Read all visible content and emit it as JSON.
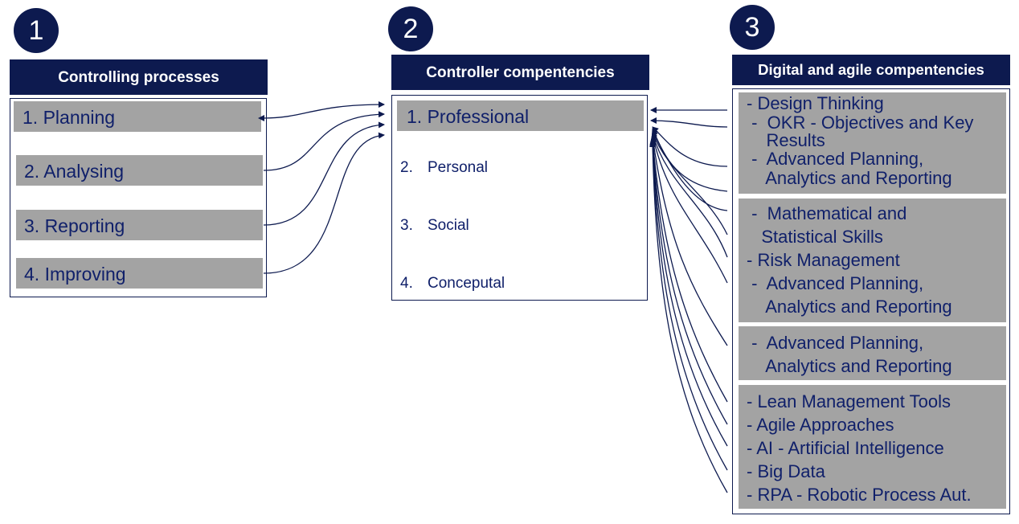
{
  "badges": [
    "1",
    "2",
    "3"
  ],
  "columns": {
    "processes": {
      "title": "Controlling processes",
      "items": [
        "1. Planning",
        "2. Analysing",
        "3. Reporting",
        "4. Improving"
      ]
    },
    "controller": {
      "title": "Controller compentencies",
      "professional": "1. Professional",
      "items": [
        {
          "num": "2.",
          "label": "Personal"
        },
        {
          "num": "3.",
          "label": "Social"
        },
        {
          "num": "4.",
          "label": "Conceputal"
        }
      ]
    },
    "digital": {
      "title": "Digital and agile compentencies",
      "groups": [
        [
          "- Design Thinking",
          " -  OKR - Objectives and Key",
          "    Results",
          " -  Advanced Planning,",
          "    Analytics and Reporting"
        ],
        [
          " -  Mathematical and",
          "   Statistical Skills",
          "- Risk Management",
          " -  Advanced Planning,",
          "    Analytics and Reporting"
        ],
        [
          " -  Advanced Planning,",
          "    Analytics and Reporting"
        ],
        [
          "- Lean Management Tools",
          "- Agile Approaches",
          "- AI - Artificial Intelligence",
          "- Big Data",
          "- RPA - Robotic Process Aut."
        ]
      ]
    }
  },
  "colors": {
    "navy": "#0d1a4f",
    "gray": "#a3a3a3",
    "text": "#10206a"
  }
}
